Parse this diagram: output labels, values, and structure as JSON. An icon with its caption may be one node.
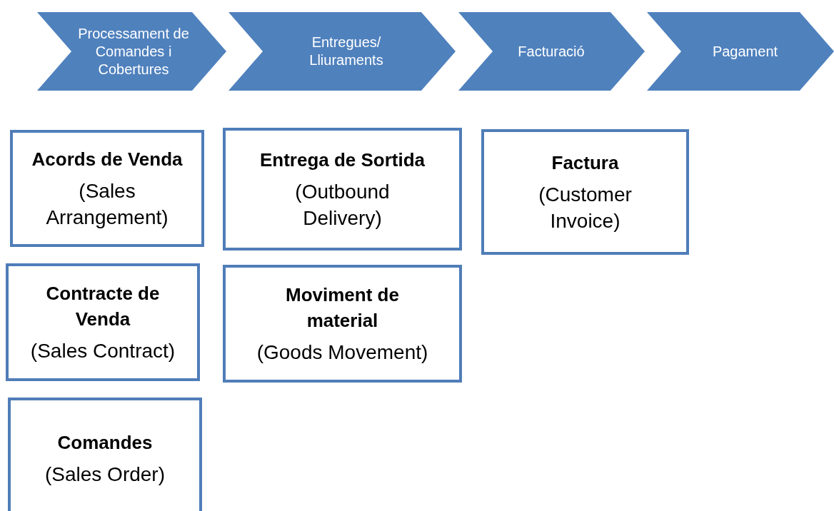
{
  "diagram": {
    "nodes": [
      {
        "text": [
          "Processament de Comandes i Cobertures"
        ]
      },
      {
        "text": [
          "Entregues/ Lliuraments"
        ]
      },
      {
        "text": [
          "Facturació"
        ]
      },
      {
        "text": [
          "Pagament"
        ]
      },
      {
        "text": [
          "Acords de Venda",
          "(Sales Arrangement)"
        ]
      },
      {
        "text": [
          "Entrega de Sortida",
          "(Outbound Delivery)"
        ]
      },
      {
        "text": [
          "Factura",
          "(Customer Invoice)"
        ]
      },
      {
        "text": [
          "Contracte de Venda",
          "(Sales Contract)"
        ]
      },
      {
        "text": [
          "Moviment de material",
          "(Goods Movement)"
        ]
      },
      {
        "text": [
          "Comandes",
          "(Sales Order)"
        ]
      }
    ]
  }
}
